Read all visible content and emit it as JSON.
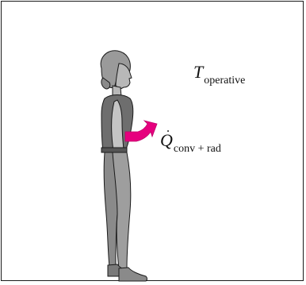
{
  "figure": {
    "temperature_label": {
      "symbol": "T",
      "subscript": "operative"
    },
    "heat_label": {
      "symbol": "Q",
      "dot": "˙",
      "subscript": "conv + rad"
    },
    "arrow_color": "#e6007e",
    "figure_color": "#8c8c8c",
    "outline_color": "#1a1a1a"
  }
}
